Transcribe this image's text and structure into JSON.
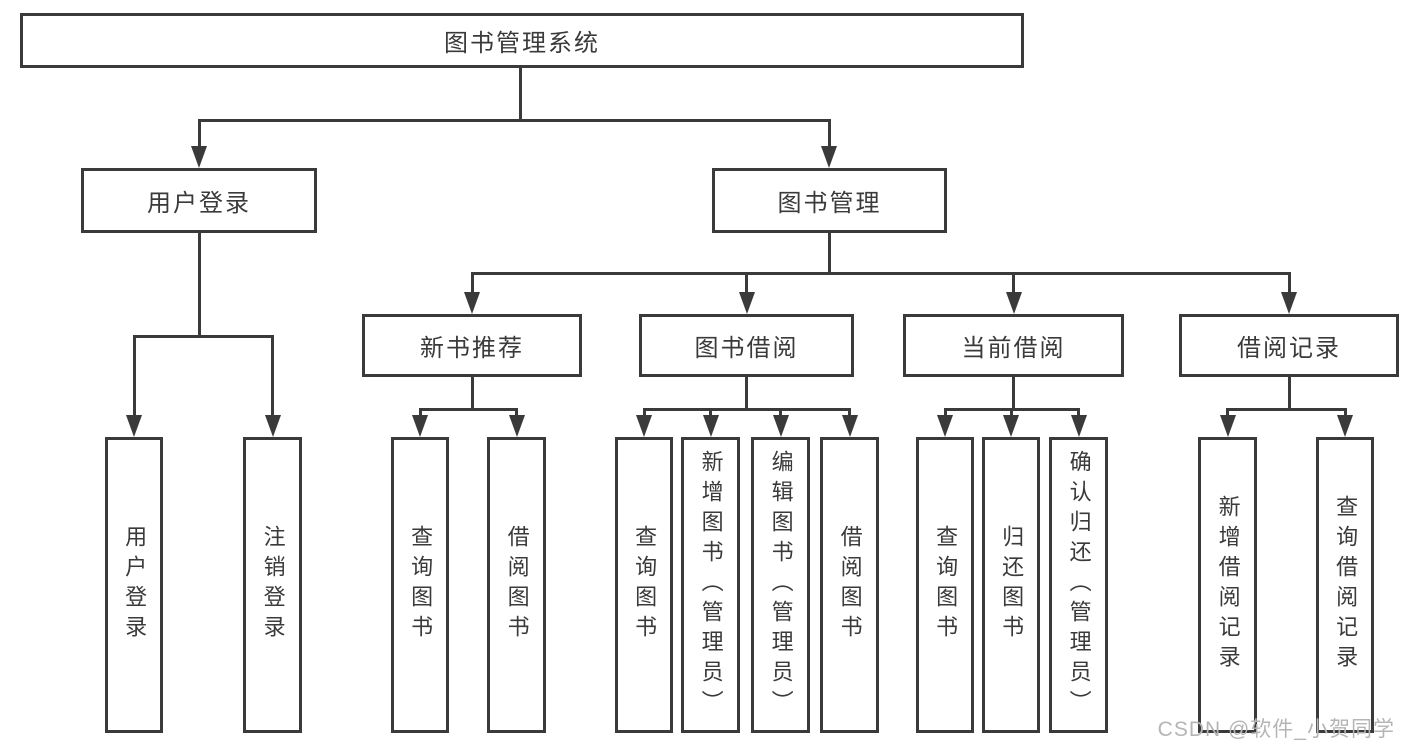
{
  "diagram": {
    "title": "图书管理系统",
    "root": {
      "label": "图书管理系统"
    },
    "level2": [
      {
        "id": "user-login",
        "label": "用户登录"
      },
      {
        "id": "book-management",
        "label": "图书管理"
      }
    ],
    "level3": [
      {
        "id": "new-book-recommend",
        "label": "新书推荐"
      },
      {
        "id": "book-borrow",
        "label": "图书借阅"
      },
      {
        "id": "current-borrow",
        "label": "当前借阅"
      },
      {
        "id": "borrow-records",
        "label": "借阅记录"
      }
    ],
    "level4": {
      "user_login": [
        {
          "label": "用户登录"
        },
        {
          "label": "注销登录"
        }
      ],
      "new_book": [
        {
          "label": "查询图书"
        },
        {
          "label": "借阅图书"
        }
      ],
      "book_borrow": [
        {
          "label": "查询图书"
        },
        {
          "label": "新增图书（管理员）"
        },
        {
          "label": "编辑图书（管理员）"
        },
        {
          "label": "借阅图书"
        }
      ],
      "current_borrow": [
        {
          "label": "查询图书"
        },
        {
          "label": "归还图书"
        },
        {
          "label": "确认归还（管理员）"
        }
      ],
      "borrow_records": [
        {
          "label": "新增借阅记录"
        },
        {
          "label": "查询借阅记录"
        }
      ]
    }
  },
  "watermark": {
    "text": "CSDN @软件_小贺同学"
  },
  "colors": {
    "line": "#3a3a3a",
    "text": "#3a3a3a",
    "watermark": "#b5b5b5",
    "background": "#ffffff"
  }
}
